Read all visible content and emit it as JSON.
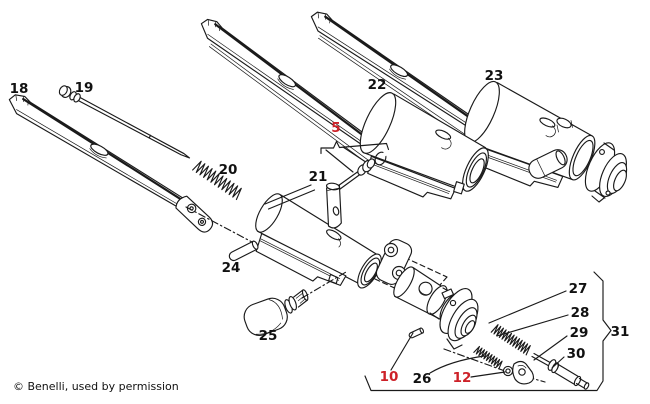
{
  "diagram": {
    "copyright": "© Benelli, used by permission",
    "colors": {
      "line": "#1a1a1a",
      "label": "#111111",
      "highlight": "#cd2128",
      "background": "#ffffff"
    },
    "callouts": [
      {
        "part": "18",
        "text": "18",
        "color": "#111111"
      },
      {
        "part": "19",
        "text": "19",
        "color": "#111111"
      },
      {
        "part": "20",
        "text": "20",
        "color": "#111111"
      },
      {
        "part": "21",
        "text": "21",
        "color": "#111111"
      },
      {
        "part": "5",
        "text": "5",
        "color": "#cd2128"
      },
      {
        "part": "22",
        "text": "22",
        "color": "#111111"
      },
      {
        "part": "23",
        "text": "23",
        "color": "#111111"
      },
      {
        "part": "24",
        "text": "24",
        "color": "#111111"
      },
      {
        "part": "25",
        "text": "25",
        "color": "#111111"
      },
      {
        "part": "10",
        "text": "10",
        "color": "#cd2128"
      },
      {
        "part": "26",
        "text": "26",
        "color": "#111111"
      },
      {
        "part": "12",
        "text": "12",
        "color": "#cd2128"
      },
      {
        "part": "27",
        "text": "27",
        "color": "#111111"
      },
      {
        "part": "28",
        "text": "28",
        "color": "#111111"
      },
      {
        "part": "29",
        "text": "29",
        "color": "#111111"
      },
      {
        "part": "30",
        "text": "30",
        "color": "#111111"
      },
      {
        "part": "31",
        "text": "31",
        "color": "#111111"
      }
    ]
  }
}
